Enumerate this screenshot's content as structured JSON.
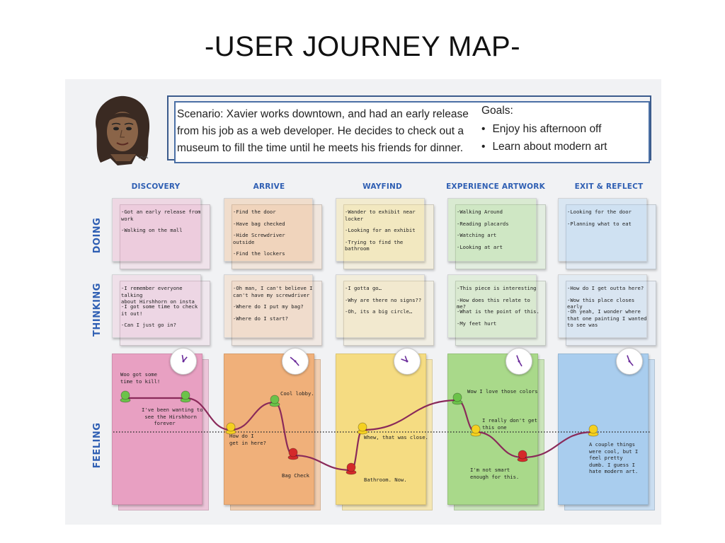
{
  "title": "-USER JOURNEY MAP-",
  "scenario": {
    "lines": [
      "Scenario: Xavier works downtown, and had an early release",
      "from his job as a web developer.  He decides to check out a",
      "museum to fill the time until he meets his friends for dinner."
    ]
  },
  "goals": {
    "title": "Goals:",
    "items": [
      "Enjoy his afternoon off",
      "Learn about modern art"
    ]
  },
  "stages": [
    "DISCOVERY",
    "ARRIVE",
    "WAYFIND",
    "EXPERIENCE ARTWORK",
    "EXIT & REFLECT"
  ],
  "rows": {
    "doing": "DOING",
    "thinking": "THINKING",
    "feeling": "FEELING"
  },
  "doing": [
    [
      "-Got an early release from\nwork",
      "-Walking on the mall"
    ],
    [
      "-Find the door",
      "-Have bag checked",
      "-Hide Screwdriver\noutside",
      "-Find the lockers"
    ],
    [
      "-Wander to exhibit near\nlocker",
      "-Looking for an exhibit",
      "-Trying to find the\nbathroom"
    ],
    [
      "-Walking Around",
      "-Reading placards",
      "-Watching art",
      "-Looking at art"
    ],
    [
      "-Looking for the door",
      "-Planning what to eat"
    ]
  ],
  "thinking": [
    [
      "-I remember everyone talking\nabout Hirshhorn on insta",
      "-I got some time to check\nit out!",
      "-Can I just go in?"
    ],
    [
      "-Oh man, I can't believe I\ncan't have my screwdriver",
      "-Where do I put my bag?",
      "-Where do I start?"
    ],
    [
      "-I gotta go…",
      "-Why are there no signs??",
      "-Oh, its a big circle…"
    ],
    [
      "-This piece is interesting",
      "-How does this relate to me?",
      "-What is the point of this.",
      "-My feet hurt"
    ],
    [
      "-How do I get outta here?",
      "-Wow this place closes early",
      "-Oh yeah, I wonder where\nthat one painting I wanted\nto see was"
    ]
  ],
  "feeling": {
    "notes": [
      "Woo got some\ntime to kill!",
      "I've been wanting to\n see the Hirshhorn\n    forever",
      "How do I\nget in here?",
      "Cool lobby.",
      "Bag Check",
      "Bathroom. Now.",
      "Whew, that was close.",
      "Wow I love those colors",
      "I really don't get\nthis one",
      "I'm not smart\nenough for this.",
      "A couple things\nwere cool, but I\nfeel pretty\ndumb. I guess I\nhate modern art."
    ],
    "pin_levels": [
      0.8,
      0.8,
      0.05,
      0.7,
      -0.55,
      -0.9,
      0.05,
      0.75,
      0.0,
      -0.6,
      0.0
    ]
  },
  "colors": {
    "accent": "#2f5fb3",
    "discovery": "#e8a0c2",
    "arrive": "#f0b07a",
    "wayfind": "#f5dc82",
    "experience": "#a9d98a",
    "exit": "#a9cdee",
    "curve": "#8a2a5a"
  }
}
